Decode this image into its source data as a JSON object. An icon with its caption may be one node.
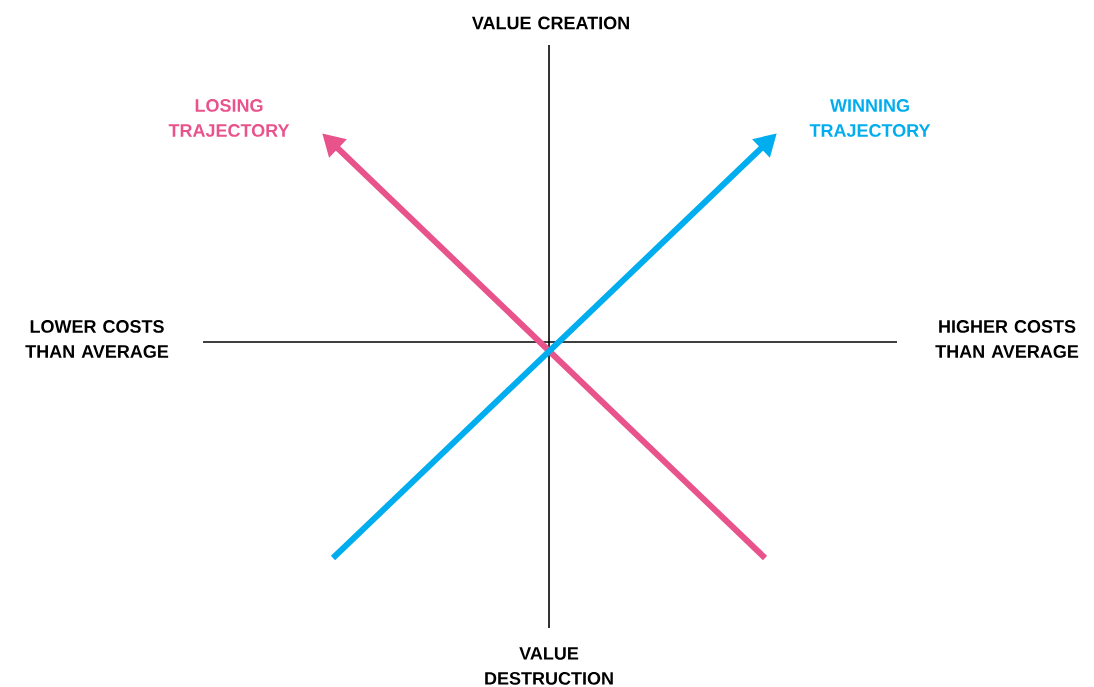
{
  "diagram": {
    "nodes": [
      {
        "text": [
          "LOSING TRAJECTORY"
        ]
      },
      {
        "text": [
          "WINNING TRAJECTORY"
        ]
      }
    ],
    "edges": [
      {
        "from": null,
        "to": 0,
        "arrow": "to",
        "color": "#e8538c"
      },
      {
        "from": null,
        "to": 1,
        "arrow": "to",
        "color": "#00adee"
      }
    ],
    "labels": [
      "VALUE CREATION",
      "LOWER COSTS THAN AVERAGE",
      "HIGHER COSTS THAN AVERAGE",
      "VALUE DESTRUCTION"
    ]
  }
}
